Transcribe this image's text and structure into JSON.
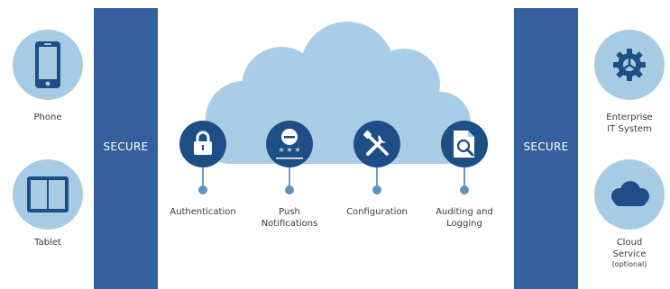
{
  "left_security_label": "SECURE",
  "right_security_label": "SECURE",
  "clients": [
    {
      "label": "Phone",
      "icon": "phone-icon"
    },
    {
      "label": "Tablet",
      "icon": "tablet-icon"
    }
  ],
  "backends": [
    {
      "label_line1": "Enterprise",
      "label_line2": "IT System",
      "icon": "gear-icon"
    },
    {
      "label_line1": "Cloud",
      "label_line2": "Service",
      "note": "(optional)",
      "icon": "cloud-icon"
    }
  ],
  "features": [
    {
      "label_line1": "Authentication",
      "label_line2": "",
      "icon": "lock-icon"
    },
    {
      "label_line1": "Push",
      "label_line2": "Notifications",
      "icon": "password-icon"
    },
    {
      "label_line1": "Configuration",
      "label_line2": "",
      "icon": "tools-icon"
    },
    {
      "label_line1": "Auditing and",
      "label_line2": "Logging",
      "icon": "document-search-icon"
    }
  ],
  "colors": {
    "bar": "#34609e",
    "feature_circle": "#1d4e86",
    "device_circle": "#a8cbe4",
    "cloud": "#a9cde6",
    "stem": "#6e9bc6"
  }
}
